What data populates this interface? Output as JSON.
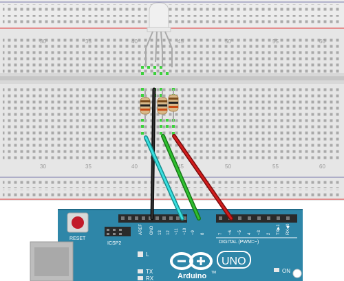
{
  "breadboard": {
    "column_numbers_top": [
      "30",
      "35",
      "40",
      "45",
      "50",
      "55",
      "60"
    ],
    "column_numbers_bottom": [
      "30",
      "35",
      "40",
      "45",
      "50",
      "55",
      "60"
    ]
  },
  "components": {
    "led": {
      "type": "RGB LED (common cathode)",
      "legs": 4
    },
    "resistors": {
      "count": 3
    },
    "wires": [
      {
        "name": "ground-wire",
        "color": "#1a1a1a",
        "to_pin": "GND"
      },
      {
        "name": "blue-wire",
        "color": "#33d6d6",
        "to_pin": "~11"
      },
      {
        "name": "green-wire",
        "color": "#2bb82b",
        "to_pin": "~9"
      },
      {
        "name": "red-wire",
        "color": "#cc1a1a",
        "to_pin": "~6"
      }
    ]
  },
  "arduino": {
    "reset_label": "RESET",
    "icsp_label": "ICSP2",
    "digital_label": "DIGITAL (PWM=~)",
    "uno_label": "UNO",
    "brand_label": "Arduino",
    "tm_label": "TM",
    "on_label": "ON",
    "led_l_label": "L",
    "tx_label": "TX",
    "rx_label": "RX",
    "pin_labels": [
      "AREF",
      "GND",
      "13",
      "12",
      "~11",
      "~10",
      "~9",
      "8",
      "7",
      "~6",
      "~5",
      "4",
      "~3",
      "2",
      "TX▶1",
      "RX◀0"
    ],
    "colors": {
      "board": "#2e86a8",
      "board_dark": "#1f6a88",
      "text": "#ffffff"
    }
  }
}
